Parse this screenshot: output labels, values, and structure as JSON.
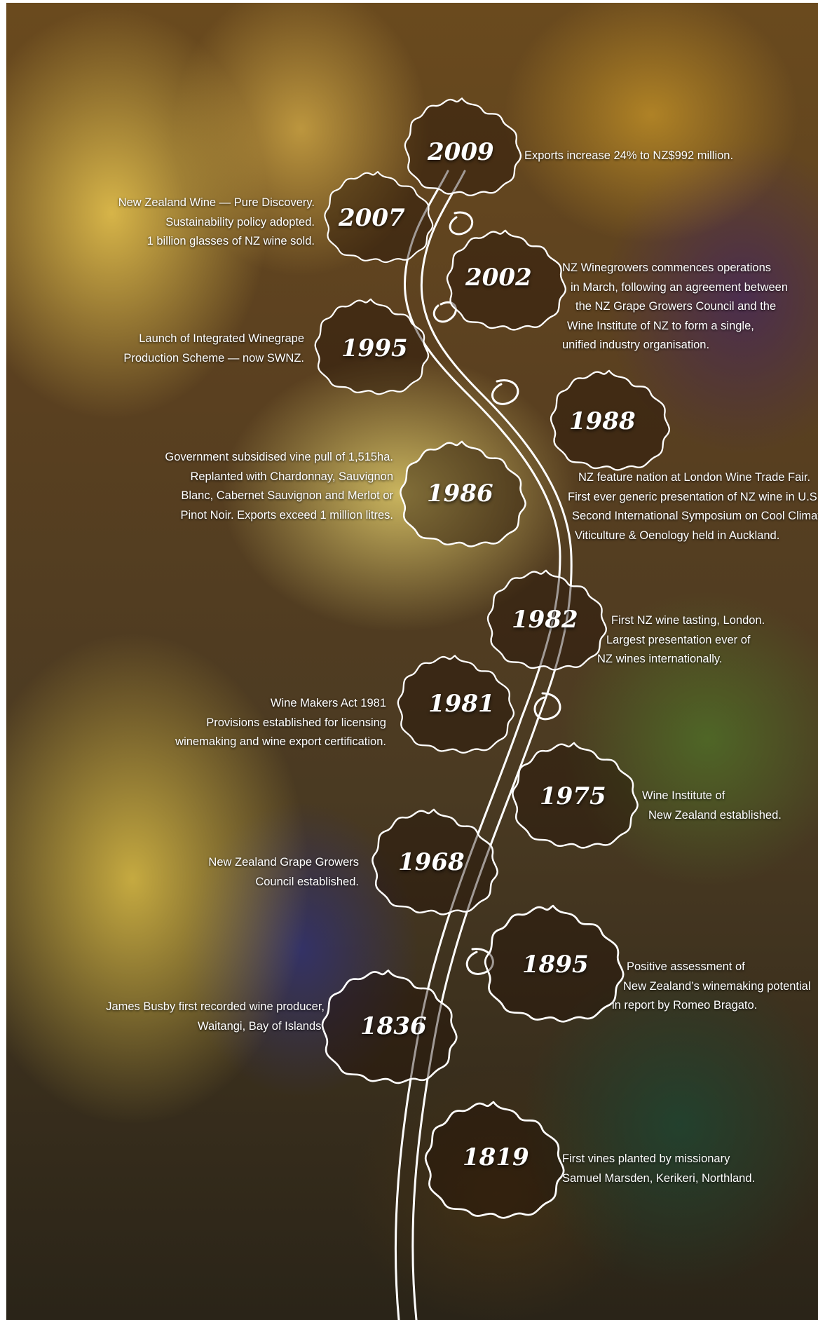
{
  "entries": [
    {
      "year": "2009",
      "lines": [
        "Exports increase 24% to NZ$992 million."
      ]
    },
    {
      "year": "2007",
      "lines": [
        "New Zealand Wine — Pure Discovery.",
        "Sustainability policy adopted.",
        "1 billion glasses of NZ wine sold."
      ]
    },
    {
      "year": "2002",
      "lines": [
        "NZ Winegrowers commences operations",
        "in March, following an agreement between",
        "the NZ Grape Growers Council and the",
        "Wine Institute of NZ to form a single,",
        "unified industry organisation."
      ]
    },
    {
      "year": "1995",
      "lines": [
        "Launch of Integrated Winegrape",
        "Production Scheme — now SWNZ."
      ]
    },
    {
      "year": "1988",
      "lines": [
        "NZ feature nation at London Wine Trade Fair.",
        "First ever generic presentation of NZ wine in U.S.",
        "Second International Symposium on Cool Climate",
        "Viticulture & Oenology held in Auckland."
      ]
    },
    {
      "year": "1986",
      "lines": [
        "Government subsidised vine pull of 1,515ha.",
        "Replanted with Chardonnay, Sauvignon",
        "Blanc, Cabernet Sauvignon and Merlot or",
        "Pinot Noir. Exports exceed 1 million litres."
      ]
    },
    {
      "year": "1982",
      "lines": [
        "First NZ wine tasting, London.",
        "Largest presentation ever of",
        "NZ wines internationally."
      ]
    },
    {
      "year": "1981",
      "lines": [
        "Wine Makers Act 1981",
        "Provisions established for licensing",
        "winemaking and wine export certification."
      ]
    },
    {
      "year": "1975",
      "lines": [
        "Wine Institute of",
        "New Zealand established."
      ]
    },
    {
      "year": "1968",
      "lines": [
        "New Zealand Grape Growers",
        "Council established."
      ]
    },
    {
      "year": "1895",
      "lines": [
        "Positive assessment of",
        "New Zealand’s winemaking potential",
        "in report by Romeo Bragato."
      ]
    },
    {
      "year": "1836",
      "lines": [
        "James Busby first recorded wine producer,",
        "Waitangi, Bay of Islands."
      ]
    },
    {
      "year": "1819",
      "lines": [
        "First vines planted by missionary",
        "Samuel Marsden, Kerikeri, Northland."
      ]
    }
  ]
}
